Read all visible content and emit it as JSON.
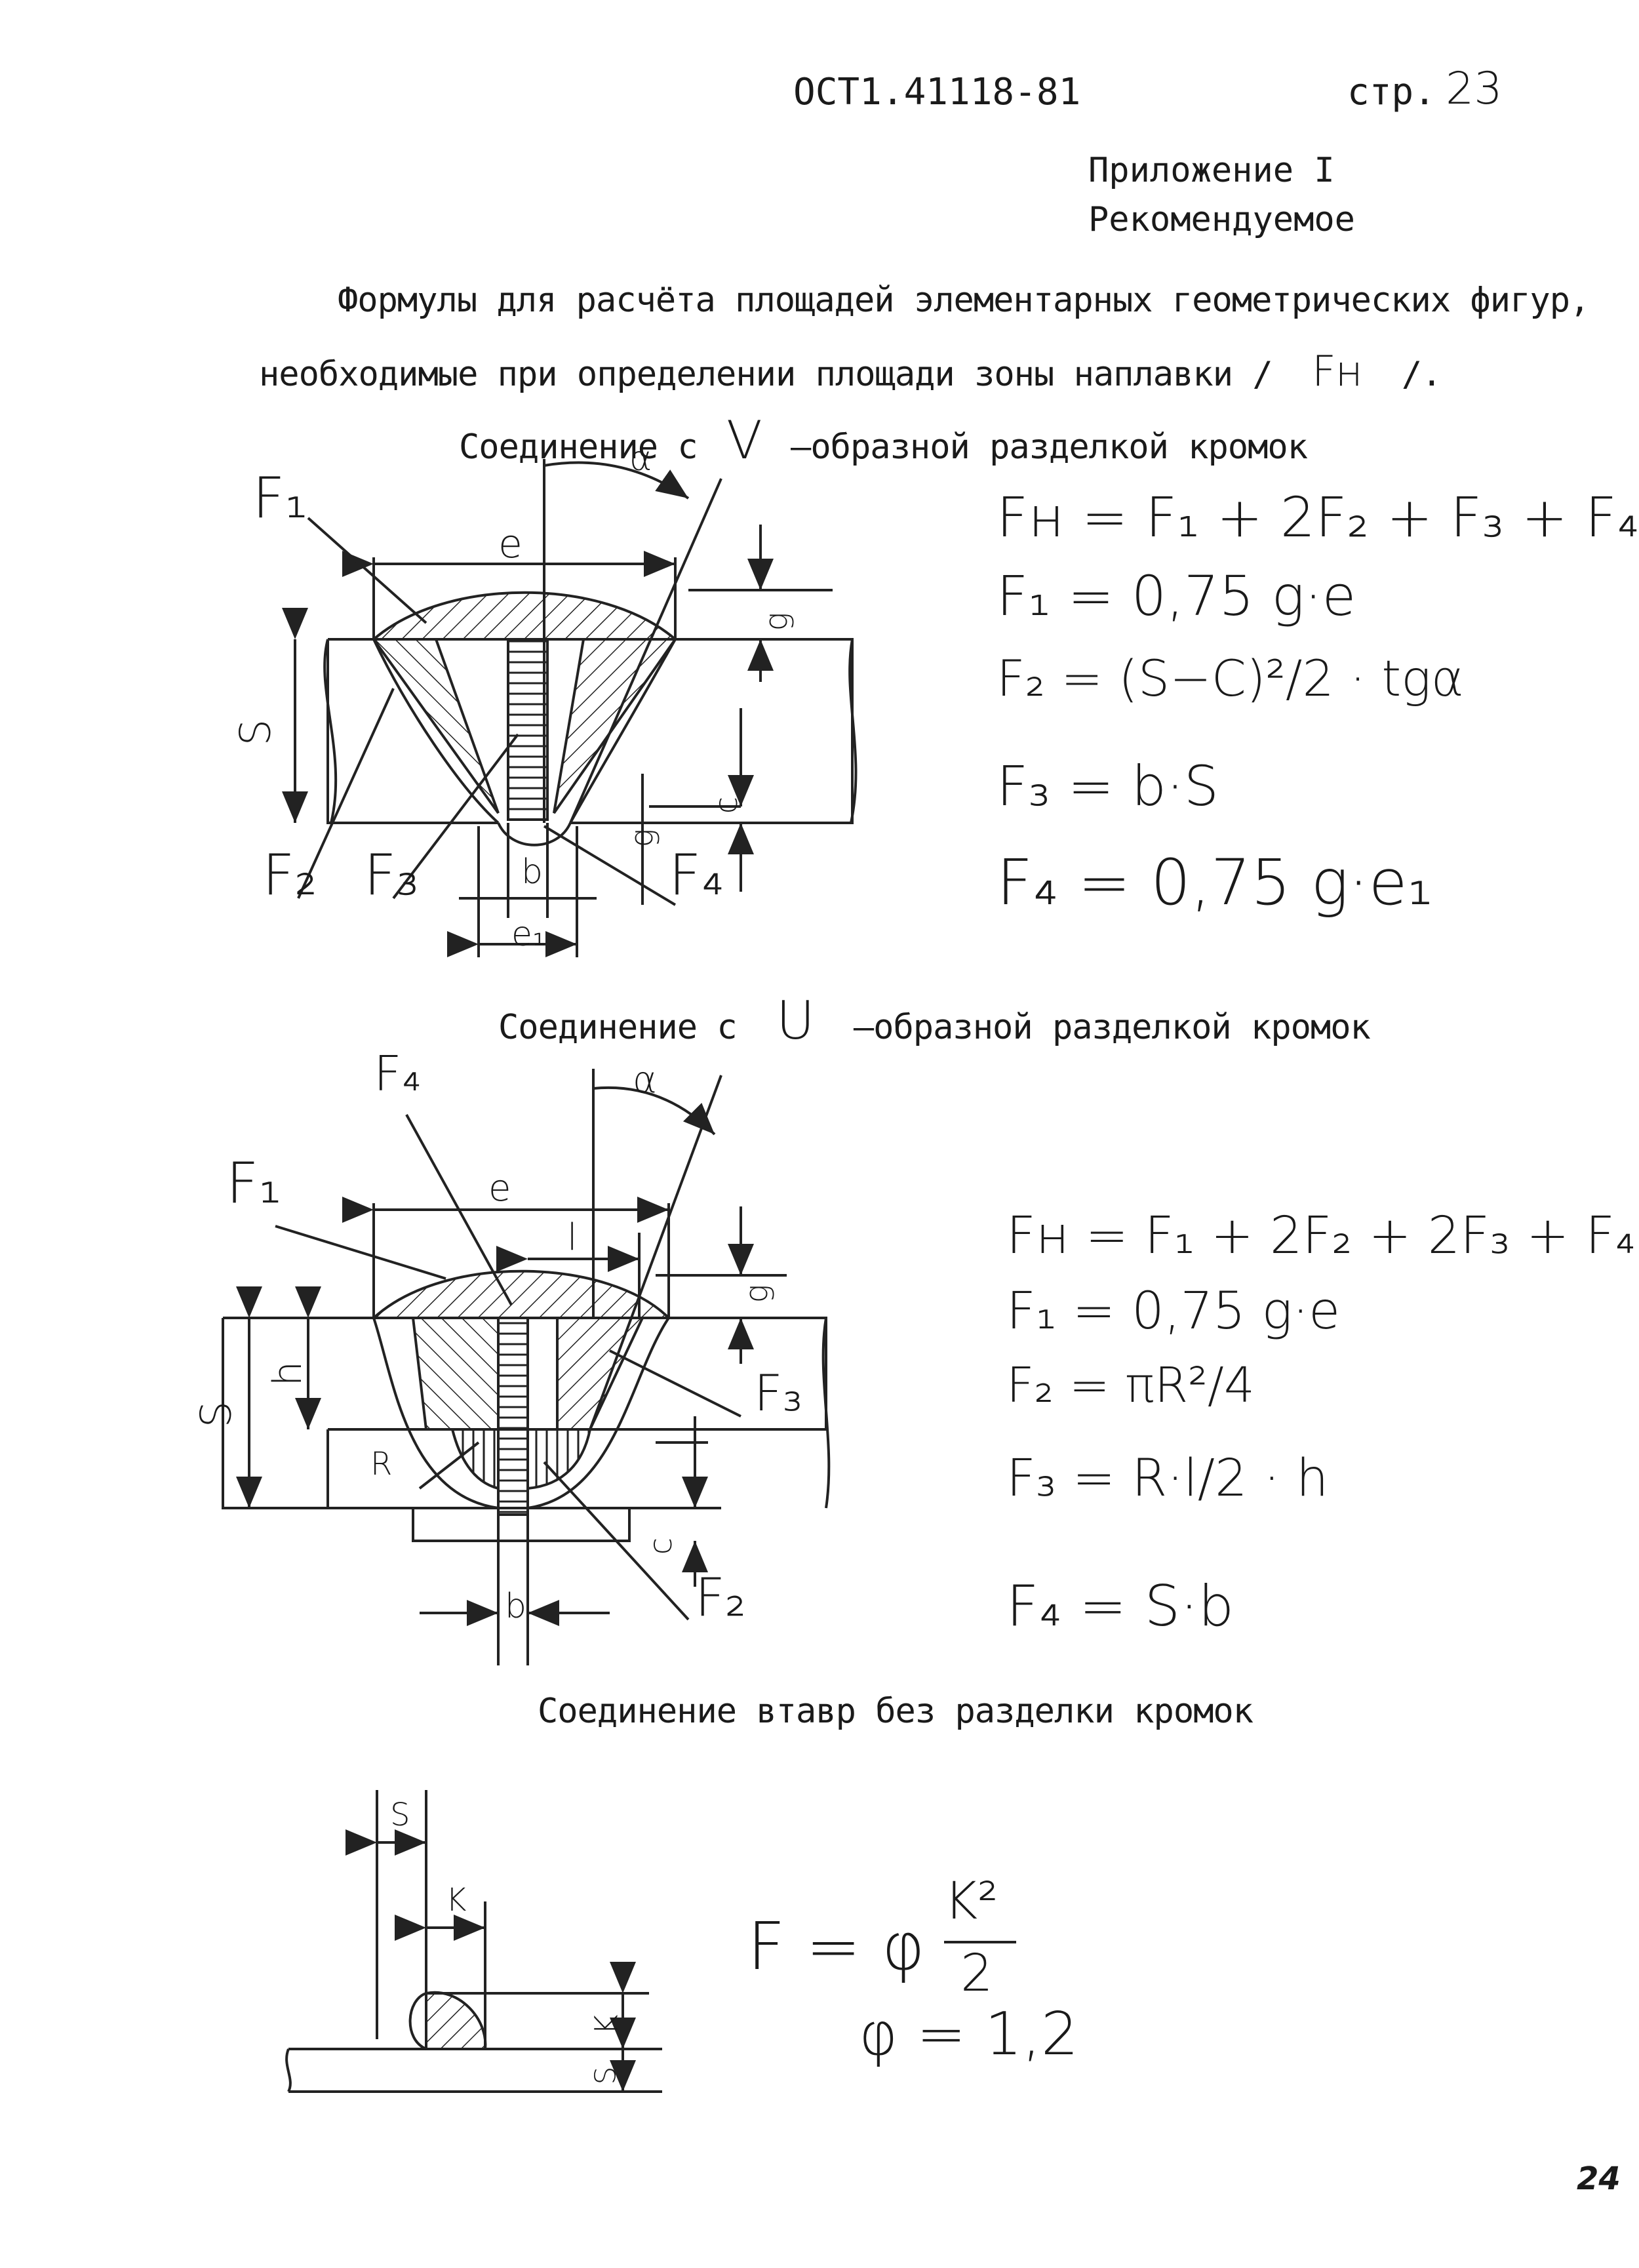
{
  "header": {
    "doc_code": "ОСТ1.41118-81",
    "page_label": "стр.",
    "page_number": "23"
  },
  "appendix": {
    "line1": "Приложение I",
    "line2": "Рекомендуемое"
  },
  "title": {
    "line1": "Формулы для расчёта площадей элементарных геометрических фигур,",
    "line2_prefix": "необходимые при определении площади зоны наплавки /",
    "line2_symbol": "Fн",
    "line2_suffix": "/."
  },
  "sections": {
    "v": {
      "heading_prefix": "Соединение с",
      "heading_letter": "V",
      "heading_suffix": "–образной разделкой кромок",
      "formulas": [
        "Fн = F₁ + 2F₂ + F₃ + F₄",
        "F₁ = 0,75 g·e",
        "F₂ = (S−C)²/2 · tgα",
        "F₃ = b·S",
        "F₄ = 0,75 g·e₁"
      ],
      "labels": {
        "F1": "F₁",
        "F2": "F₂",
        "F3": "F₃",
        "F4": "F₄",
        "e": "e",
        "e1": "e₁",
        "b": "b",
        "S": "S",
        "c": "c",
        "g_top": "g",
        "g_bot": "g",
        "alpha": "α"
      }
    },
    "u": {
      "heading_prefix": "Соединение с",
      "heading_letter": "U",
      "heading_suffix": "–образной разделкой кромок",
      "formulas": [
        "Fн = F₁ + 2F₂ + 2F₃ + F₄",
        "F₁ = 0,75 g·e",
        "F₂ = πR²/4",
        "F₃ = R·l/2 · h",
        "F₄ = S·b"
      ],
      "labels": {
        "F1": "F₁",
        "F2": "F₂",
        "F3": "F₃",
        "F4": "F₄",
        "e": "e",
        "l": "l",
        "b": "b",
        "S": "S",
        "h": "h",
        "R": "R",
        "c": "c",
        "g": "g",
        "alpha": "α"
      }
    },
    "t": {
      "heading": "Соединение втавр без разделки кромок",
      "formula_lhs": "F = φ",
      "formula_num": "K²",
      "formula_den": "2",
      "formula_phi": "φ = 1,2",
      "labels": {
        "S_top": "S",
        "K_top": "K",
        "K_right": "K",
        "S_right": "S"
      }
    }
  },
  "footer": {
    "sheet_number": "24"
  }
}
